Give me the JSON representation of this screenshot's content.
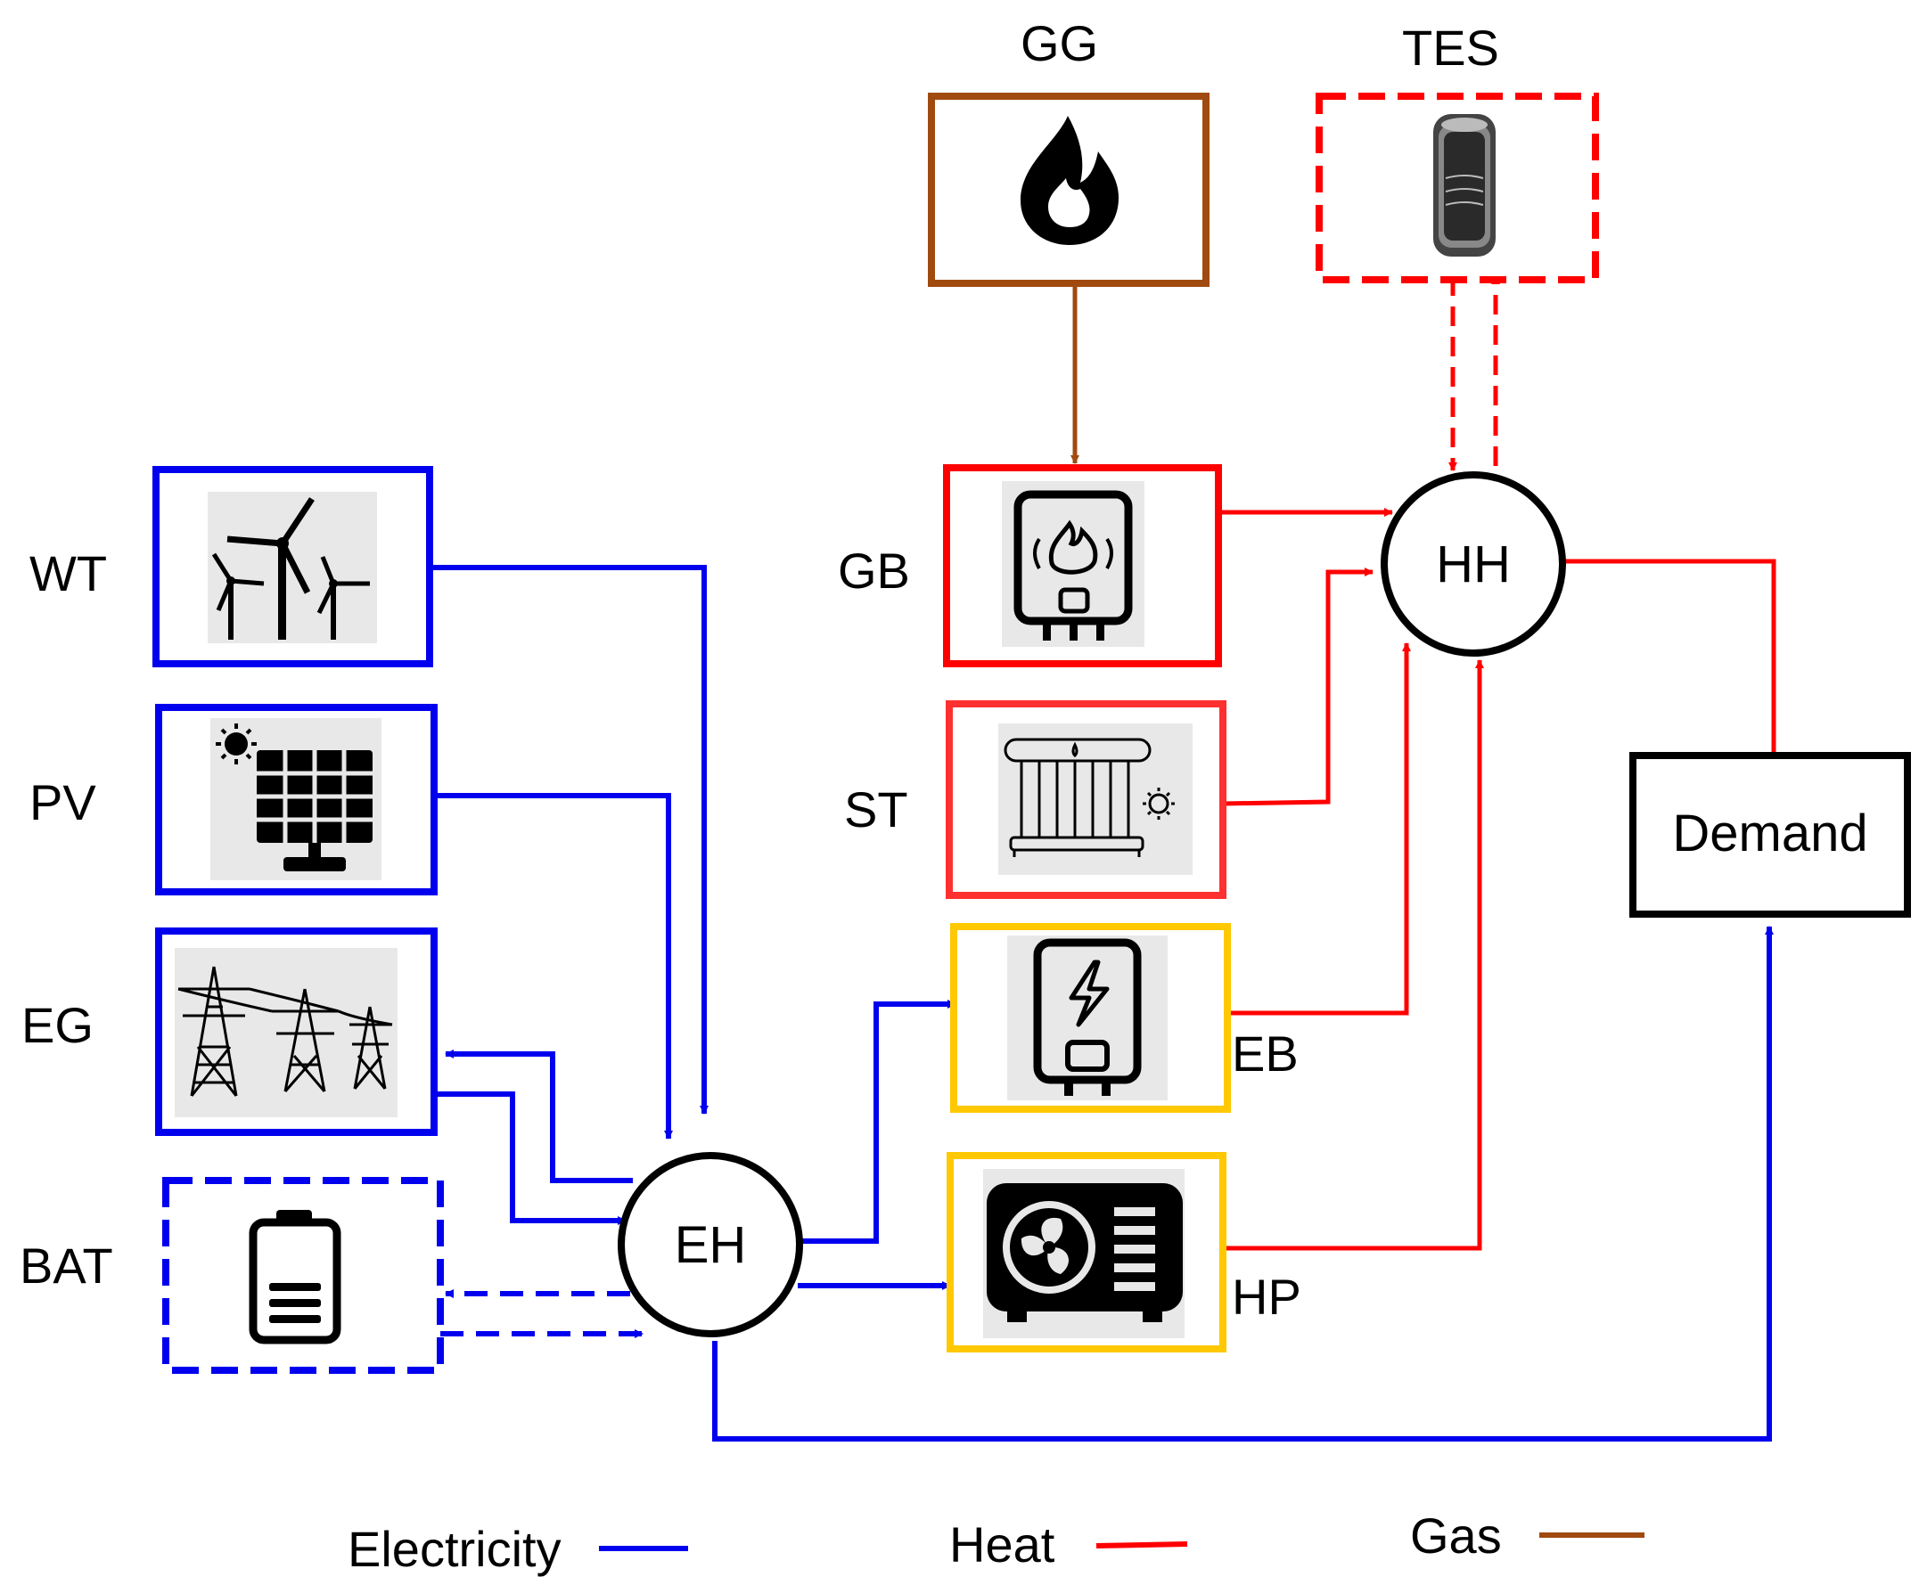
{
  "colors": {
    "electricity": "#0000ee",
    "heat": "#ff0000",
    "gas": "#a04a10",
    "storage_heat": "#ff0000",
    "converter": "#ffc800",
    "node": "#000000",
    "icon_bg": "#e8e8e8"
  },
  "nodes": {
    "wt": {
      "label": "WT",
      "icon": "wind-turbine-icon"
    },
    "pv": {
      "label": "PV",
      "icon": "solar-panel-icon"
    },
    "eg": {
      "label": "EG",
      "icon": "power-grid-tower-icon"
    },
    "bat": {
      "label": "BAT",
      "icon": "battery-icon"
    },
    "gg": {
      "label": "GG",
      "icon": "gas-flame-icon"
    },
    "tes": {
      "label": "TES",
      "icon": "thermal-storage-tank-icon"
    },
    "gb": {
      "label": "GB",
      "icon": "gas-boiler-icon"
    },
    "st": {
      "label": "ST",
      "icon": "solar-thermal-collector-icon"
    },
    "eb": {
      "label": "EB",
      "icon": "electric-boiler-icon"
    },
    "hp": {
      "label": "HP",
      "icon": "heat-pump-icon"
    },
    "eh": {
      "label": "EH"
    },
    "hh": {
      "label": "HH"
    },
    "demand": {
      "label": "Demand"
    }
  },
  "legend": [
    {
      "label": "Electricity",
      "color": "#0000ee"
    },
    {
      "label": "Heat",
      "color": "#ff0000"
    },
    {
      "label": "Gas",
      "color": "#a04a10"
    }
  ]
}
